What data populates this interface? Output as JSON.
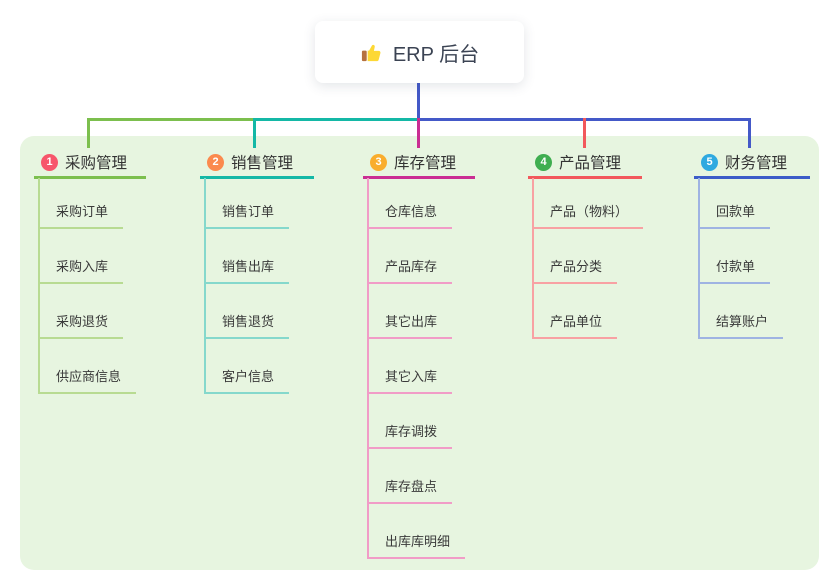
{
  "root": {
    "label": "ERP 后台",
    "icon": "thumbs-up-icon"
  },
  "branches": [
    {
      "number": "1",
      "title": "采购管理",
      "badge_color": "#f7566b",
      "line_color": "#7cbf4e",
      "child_line_color": "#b8db92",
      "items": [
        "采购订单",
        "采购入库",
        "采购退货",
        "供应商信息"
      ]
    },
    {
      "number": "2",
      "title": "销售管理",
      "badge_color": "#fb8a4e",
      "line_color": "#14b8a6",
      "child_line_color": "#85d8cc",
      "items": [
        "销售订单",
        "销售出库",
        "销售退货",
        "客户信息"
      ]
    },
    {
      "number": "3",
      "title": "库存管理",
      "badge_color": "#f9ad2d",
      "line_color": "#ca2e93",
      "child_line_color": "#f19cc7",
      "items": [
        "仓库信息",
        "产品库存",
        "其它出库",
        "其它入库",
        "库存调拨",
        "库存盘点",
        "出库库明细"
      ]
    },
    {
      "number": "4",
      "title": "产品管理",
      "badge_color": "#3fae50",
      "line_color": "#f2585c",
      "child_line_color": "#f8a1a3",
      "items": [
        "产品（物料）",
        "产品分类",
        "产品单位"
      ]
    },
    {
      "number": "5",
      "title": "财务管理",
      "badge_color": "#2ea9e0",
      "line_color": "#3c5cc8",
      "child_line_color": "#9fb3e2",
      "items": [
        "回款单",
        "付款单",
        "结算账户"
      ]
    }
  ],
  "palette": {
    "canvas_background": "#e7f5e0",
    "page_background": "#ffffff",
    "root_connector": "#4459c8",
    "root_text": "#3b4353",
    "node_text": "#3a3a3a"
  }
}
